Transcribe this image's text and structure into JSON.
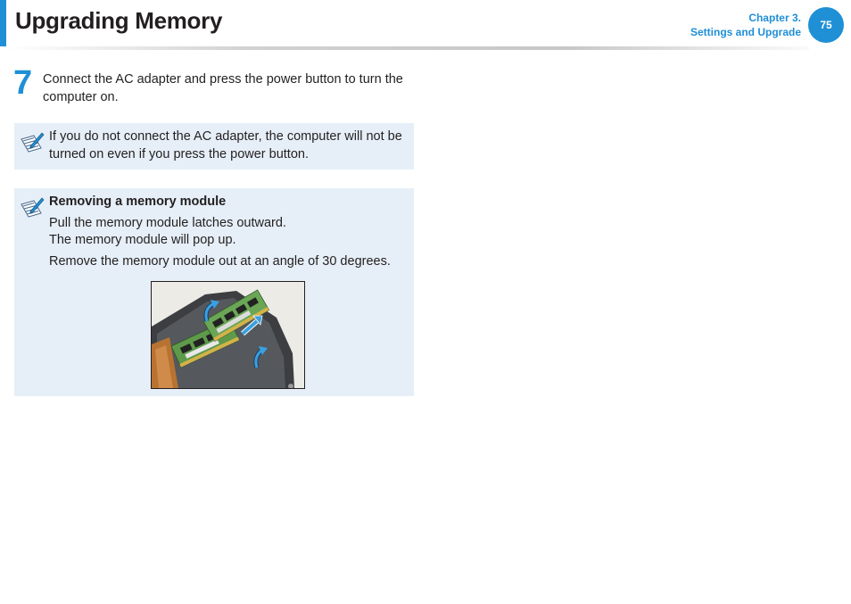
{
  "header": {
    "title": "Upgrading Memory",
    "chapter_label": "Chapter 3.",
    "chapter_name": "Settings and Upgrade",
    "page_number": "75"
  },
  "step": {
    "number": "7",
    "text": "Connect the AC adapter and press the power button to turn the computer on."
  },
  "note1": {
    "icon": "note-pencil-icon",
    "text": "If you do not connect the AC adapter, the computer will not be turned on even if you press the power button."
  },
  "note2": {
    "icon": "note-pencil-icon",
    "heading": "Removing a memory module",
    "line1": "Pull the memory module latches outward.",
    "line2": "The memory module will pop up.",
    "line3": "Remove the memory module out at an angle of 30 degrees.",
    "illustration": "memory-module-removal-illustration"
  },
  "colors": {
    "accent": "#1f8fd6",
    "chapter_text": "#1f8fd6",
    "note_background": "#e6eff8",
    "text": "#231f20"
  }
}
